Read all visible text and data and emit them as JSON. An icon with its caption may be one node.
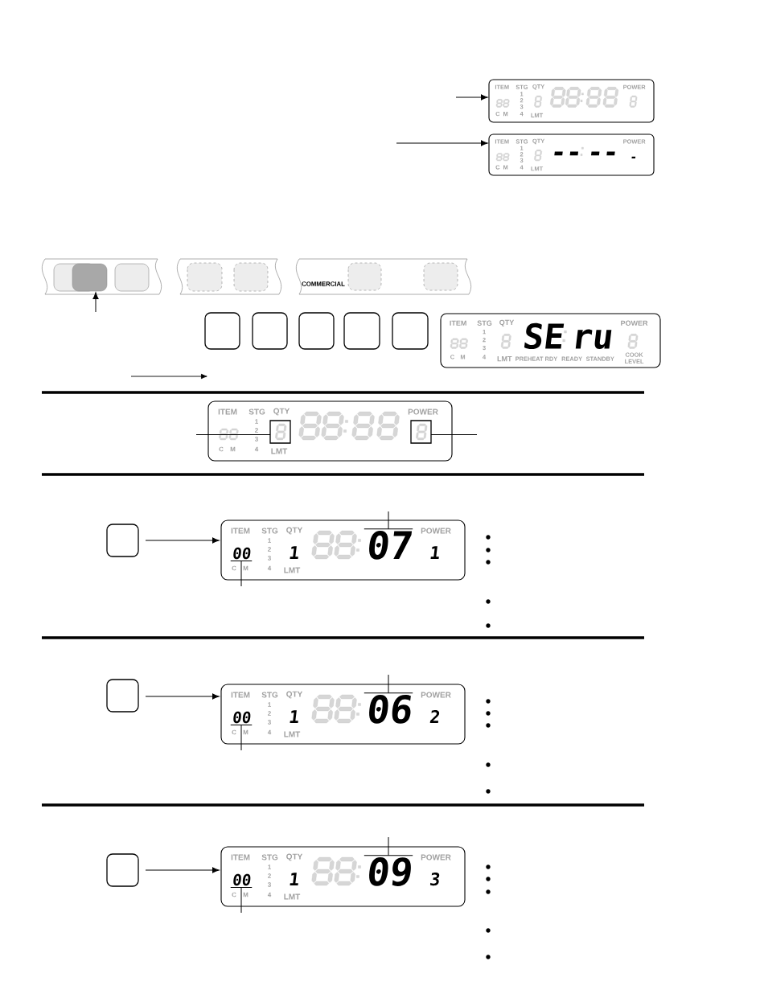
{
  "diagram": {
    "nodes": [
      {
        "text": [
          "ITEM",
          "STG",
          "QTY",
          "POWER",
          "1",
          "2",
          "3",
          "C",
          "M",
          "4",
          "LMT"
        ]
      },
      {
        "text": [
          "ITEM",
          "STG",
          "QTY",
          "--",
          "--",
          "POWER",
          "1",
          "2",
          "3",
          "-",
          "C",
          "M",
          "4",
          "LMT"
        ]
      },
      {
        "text": [],
        "shape": "box"
      },
      {
        "text": [],
        "shape": "box"
      },
      {
        "text": [],
        "shape": "box"
      },
      {
        "text": [],
        "shape": "box"
      },
      {
        "text": [],
        "shape": "box"
      },
      {
        "text": [],
        "shape": "box"
      },
      {
        "text": [
          "ITEM",
          "STG",
          "QTY",
          "SE",
          "ru",
          "POWER",
          "1",
          "2",
          "3",
          "C",
          "M",
          "4",
          "LMT",
          "PREHEAT RDY",
          "READY",
          "STANDBY",
          "COOK LEVEL"
        ]
      },
      {
        "text": [
          "ITEM",
          "STG",
          "QTY",
          "POWER",
          "1",
          "2",
          "3",
          "C",
          "M",
          "4",
          "LMT"
        ]
      },
      {
        "text": [],
        "shape": "box",
        "in": 9
      },
      {
        "text": [],
        "shape": "box",
        "in": 9
      },
      {
        "text": [],
        "shape": "box"
      },
      {
        "text": [
          "ITEM",
          "STG",
          "QTY",
          "POWER",
          "1",
          "2",
          "3",
          "1",
          "1",
          "C",
          "M",
          "4",
          "LMT"
        ]
      },
      {
        "text": [
          "07"
        ],
        "in": 13
      },
      {
        "text": [
          "00"
        ],
        "in": 13
      },
      {
        "text": [],
        "shape": "box"
      },
      {
        "text": [
          "ITEM",
          "STG",
          "QTY",
          "POWER",
          "1",
          "2",
          "3",
          "1",
          "2",
          "C",
          "M",
          "4",
          "LMT"
        ]
      },
      {
        "text": [
          "06"
        ],
        "in": 17
      },
      {
        "text": [
          "00"
        ],
        "in": 17
      },
      {
        "text": [],
        "shape": "box"
      },
      {
        "text": [
          "ITEM",
          "STG",
          "QTY",
          "POWER",
          "1",
          "2",
          "3",
          "1",
          "3",
          "C",
          "M",
          "4",
          "LMT"
        ]
      },
      {
        "text": [
          "09"
        ],
        "in": 21
      },
      {
        "text": [
          "00"
        ],
        "in": 21
      }
    ],
    "edges": [
      {
        "from": null,
        "to": 0,
        "arrow": "to"
      },
      {
        "from": null,
        "to": 1,
        "arrow": "to"
      },
      {
        "from": null,
        "to": 2,
        "arrow": "to"
      },
      {
        "from": null,
        "to": 10,
        "arrow": "none"
      },
      {
        "from": 11,
        "to": null,
        "arrow": "none"
      },
      {
        "from": 12,
        "to": 13,
        "arrow": "to"
      },
      {
        "from": null,
        "to": 14,
        "arrow": "none"
      },
      {
        "from": null,
        "to": 15,
        "arrow": "none"
      },
      {
        "from": 16,
        "to": 17,
        "arrow": "to"
      },
      {
        "from": null,
        "to": 18,
        "arrow": "none"
      },
      {
        "from": null,
        "to": 19,
        "arrow": "none"
      },
      {
        "from": 20,
        "to": 21,
        "arrow": "to"
      },
      {
        "from": null,
        "to": 22,
        "arrow": "none"
      },
      {
        "from": null,
        "to": 23,
        "arrow": "none"
      }
    ],
    "labels": [
      "COMMERCIAL"
    ]
  }
}
